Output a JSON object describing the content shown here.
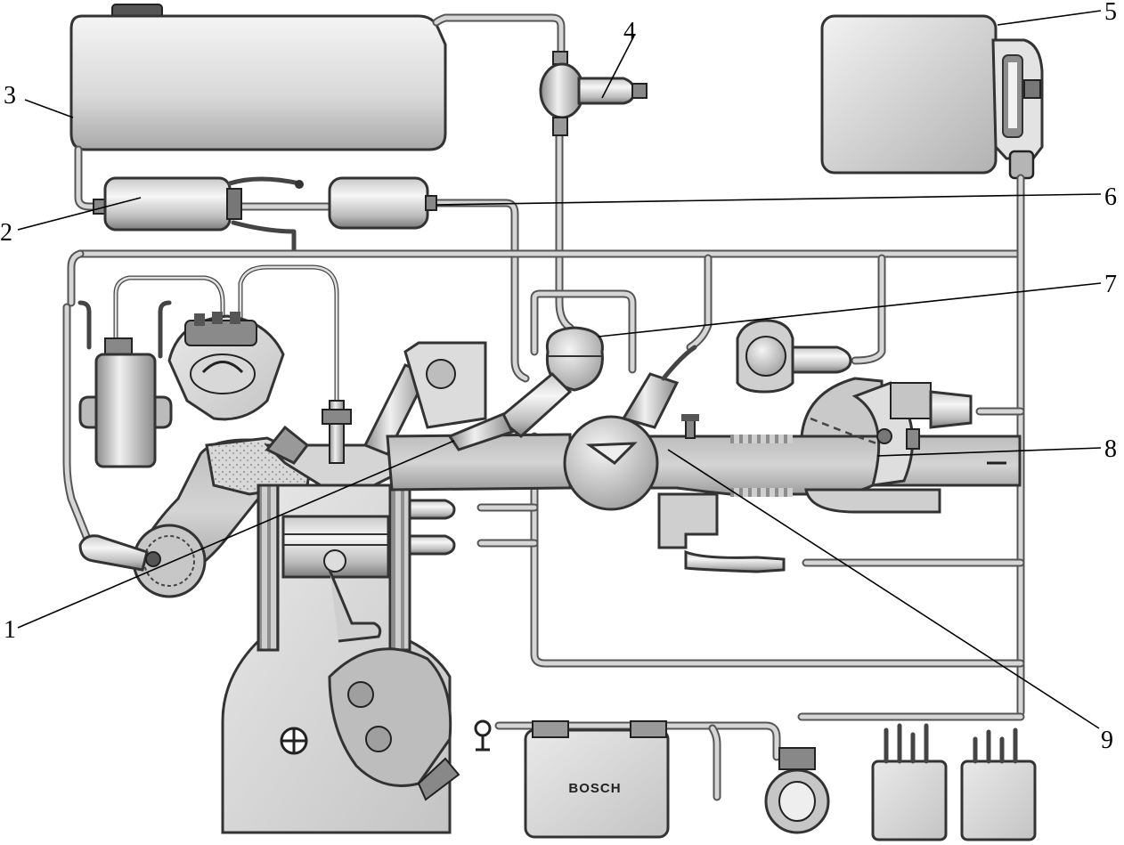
{
  "callouts": [
    {
      "id": "c1",
      "label": "1"
    },
    {
      "id": "c2",
      "label": "2"
    },
    {
      "id": "c3",
      "label": "3"
    },
    {
      "id": "c4",
      "label": "4"
    },
    {
      "id": "c5",
      "label": "5"
    },
    {
      "id": "c6",
      "label": "6"
    },
    {
      "id": "c7",
      "label": "7"
    },
    {
      "id": "c8",
      "label": "8"
    },
    {
      "id": "c9",
      "label": "9"
    }
  ],
  "battery": {
    "brand": "BOSCH"
  },
  "colors": {
    "ink": "#000000",
    "metal_light": "#e6e6e6",
    "metal_dark": "#9a9a9a",
    "outline": "#333333"
  }
}
